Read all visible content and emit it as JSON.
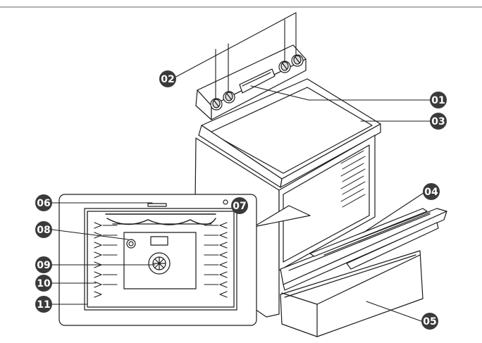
{
  "diagram": {
    "labels": {
      "c01": "01",
      "c02": "02",
      "c03": "03",
      "c04": "04",
      "c05": "05",
      "c06": "06",
      "c07": "07",
      "c08": "08",
      "c09": "09",
      "c10": "10",
      "c11": "11"
    },
    "colors": {
      "line": "#1a1a1a",
      "bubble": "#3a3a3a",
      "bubble_text": "#ffffff",
      "appliance_fill": "#ffffff"
    }
  }
}
